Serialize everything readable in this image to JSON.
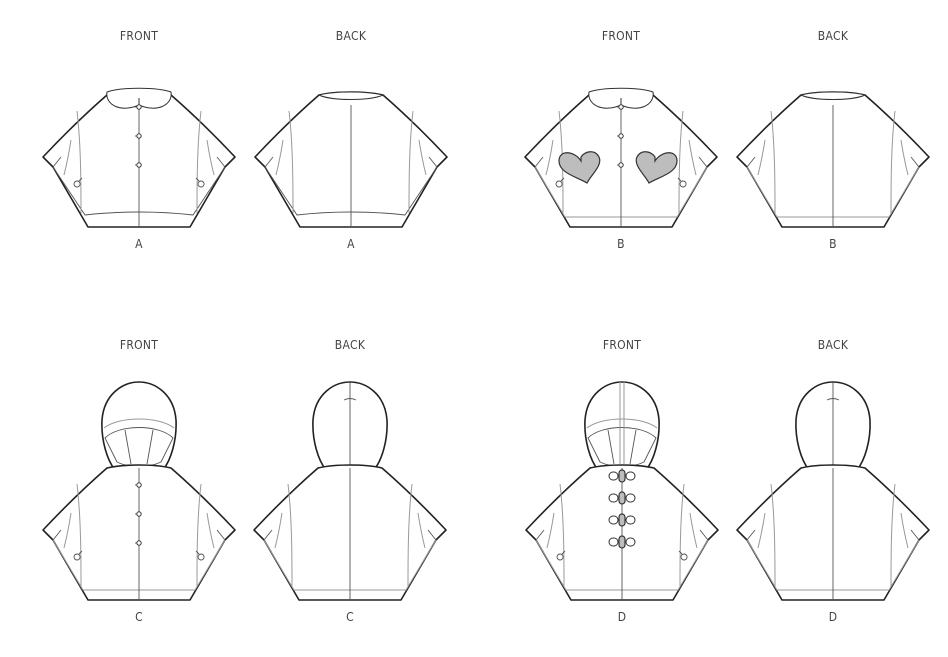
{
  "views": [
    {
      "label": "FRONT",
      "letter": "A",
      "side": "front",
      "style": "collar",
      "hem": "band",
      "buttons": "round",
      "hearts": false
    },
    {
      "label": "BACK",
      "letter": "A",
      "side": "back",
      "style": "collar",
      "hem": "band"
    },
    {
      "label": "FRONT",
      "letter": "B",
      "side": "front",
      "style": "collar",
      "hem": "line",
      "buttons": "round",
      "hearts": true
    },
    {
      "label": "BACK",
      "letter": "B",
      "side": "back",
      "style": "collar",
      "hem": "line"
    },
    {
      "label": "FRONT",
      "letter": "C",
      "side": "front",
      "style": "hood",
      "hem": "line",
      "buttons": "round",
      "hearts": false
    },
    {
      "label": "BACK",
      "letter": "C",
      "side": "back",
      "style": "hood",
      "hem": "line"
    },
    {
      "label": "FRONT",
      "letter": "D",
      "side": "front",
      "style": "hood",
      "hem": "line",
      "buttons": "toggle",
      "hearts": false
    },
    {
      "label": "BACK",
      "letter": "D",
      "side": "back",
      "style": "hood",
      "hem": "line"
    }
  ]
}
